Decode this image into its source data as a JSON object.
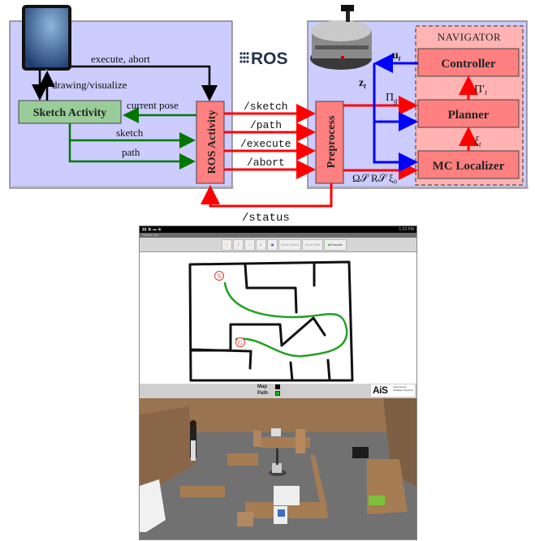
{
  "diagram": {
    "left_block": {
      "device": "tablet",
      "sketch_activity": "Sketch Activity",
      "ros_activity": "ROS Activity",
      "edges": {
        "execute_abort": "execute, abort",
        "drawing_visualize": "drawing/visualize",
        "current_pose": "current pose",
        "sketch": "sketch",
        "path": "path"
      }
    },
    "ros_logo": "ROS",
    "topics": [
      "/sketch",
      "/path",
      "/execute",
      "/abort"
    ],
    "status_topic": "/status",
    "right_block": {
      "preprocess": "Preprocess",
      "navigator_title": "NAVIGATOR",
      "controller": "Controller",
      "planner": "Planner",
      "localizer": "MC Localizer",
      "symbols": {
        "u": "u",
        "u_sub": "t",
        "z": "z",
        "z_sub": "t",
        "pi_g": "Π",
        "pi_g_sub": "g",
        "pi_t": "Π′",
        "pi_t_sub": "t",
        "xi_t": "ξ",
        "xi_t_sub": "t",
        "bottom": "Ω𝒮 R𝒮 ξ₀"
      }
    },
    "colors": {
      "block_bg": "#ccccff",
      "sketch_box": "#99cc99",
      "ros_box": "#ff8080",
      "navigator_bg": "#ffb3b3",
      "module_box": "#ff8080",
      "green_edge": "#007700",
      "red_edge": "#ff0000",
      "blue_edge": "#0000ff"
    }
  },
  "tablet": {
    "status_bar": {
      "time": "1:23 PM"
    },
    "app_title": "Sketch Nav",
    "toolbar": {
      "send_sketch": "Send Sketch",
      "send_path": "Send Path",
      "execute": "Execute"
    },
    "maze": {
      "start_label": "S",
      "goal_label": "G"
    },
    "legend": {
      "map": "Map",
      "path": "Path",
      "map_color": "#000000",
      "path_color": "#22aa22"
    },
    "logo": "AiS",
    "logo_sub": "Autonomous Intelligent Systems"
  }
}
